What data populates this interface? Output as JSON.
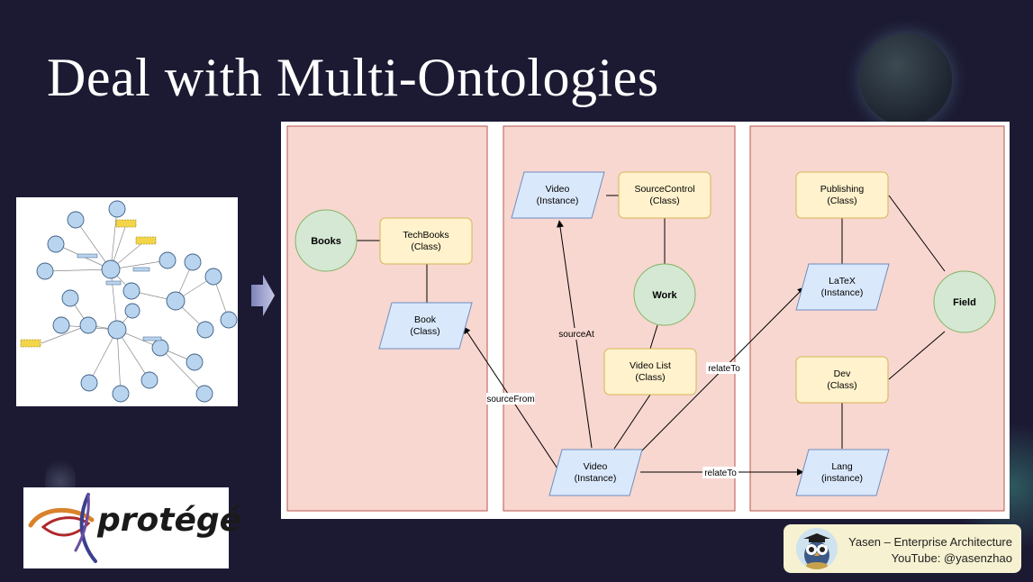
{
  "slide": {
    "title": "Deal with Multi-Ontologies"
  },
  "diagram": {
    "nodes": {
      "books": "Books",
      "techbooks_name": "TechBooks",
      "techbooks_type": "(Class)",
      "book_name": "Book",
      "book_type": "(Class)",
      "video_top_name": "Video",
      "video_top_type": "(Instance)",
      "sourcecontrol_name": "SourceControl",
      "sourcecontrol_type": "(Class)",
      "work": "Work",
      "videolist_name": "Video List",
      "videolist_type": "(Class)",
      "video_bottom_name": "Video",
      "video_bottom_type": "(Instance)",
      "publishing_name": "Publishing",
      "publishing_type": "(Class)",
      "latex_name": "LaTeX",
      "latex_type": "(Instance)",
      "field": "Field",
      "dev_name": "Dev",
      "dev_type": "(Class)",
      "lang_name": "Lang",
      "lang_type": "(instance)"
    },
    "edge_labels": {
      "source_from": "sourceFrom",
      "source_at": "sourceAt",
      "relate_to_latex": "relateTo",
      "relate_to_lang": "relateTo"
    }
  },
  "logo": {
    "wordmark": "protégé"
  },
  "badge": {
    "name": "Yasen – Enterprise Architecture",
    "channel": "YouTube: @yasenzhao"
  },
  "colors": {
    "background": "#1c1a33",
    "panel": "#f8d7d0",
    "panel_border": "#b85450",
    "class_fill": "#fff2cc",
    "class_border": "#d6b656",
    "instance_fill": "#dae8fc",
    "instance_border": "#6c8ebf",
    "circle_fill": "#d5e8d4",
    "circle_border": "#82b366"
  }
}
